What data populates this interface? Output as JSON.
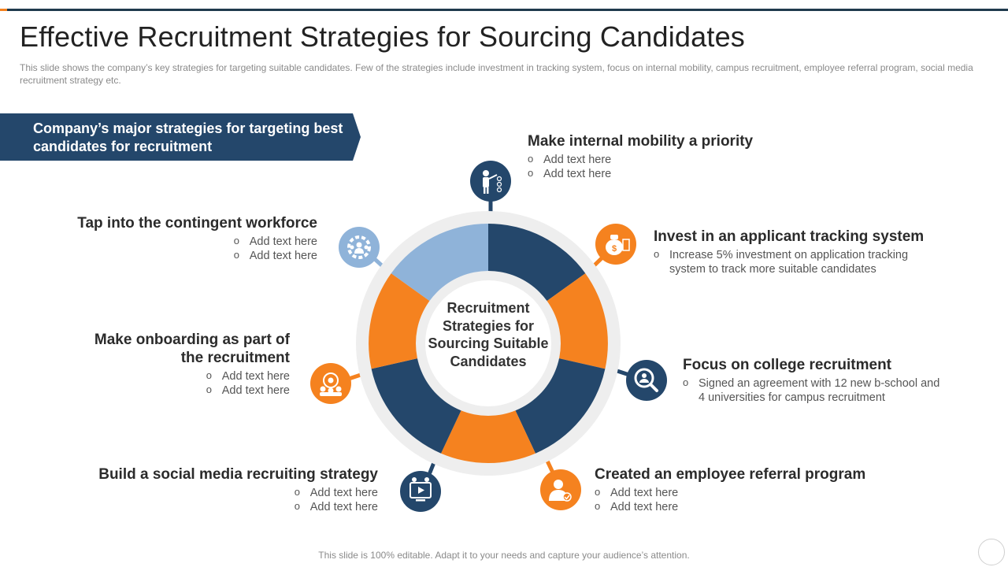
{
  "slide": {
    "title": "Effective Recruitment Strategies for Sourcing Candidates",
    "subtitle": "This slide shows the company’s key strategies for targeting suitable candidates. Few of the strategies include investment in tracking system, focus on internal mobility, campus recruitment, employee referral program, social media recruitment strategy etc.",
    "footer": "This slide is 100% editable. Adapt it to your needs and capture your audience’s attention."
  },
  "banner": {
    "text": "Company’s major strategies for targeting best candidates for recruitment"
  },
  "center": {
    "text": "Recruitment Strategies for Sourcing Suitable Candidates"
  },
  "colors": {
    "navy": "#24476b",
    "orange": "#f5821f",
    "light_blue": "#8fb3d9",
    "ring": "#eeeeee",
    "banner": "#24476b"
  },
  "strategies": [
    {
      "title": "Make internal mobility a priority",
      "bullets": [
        "Add text here",
        "Add text here"
      ],
      "icon": "presenter-icon"
    },
    {
      "title": "Invest in an applicant tracking system",
      "bullets": [
        "Increase 5% investment on application tracking system to track more suitable candidates"
      ],
      "icon": "money-bag-icon"
    },
    {
      "title": "Focus on college recruitment",
      "bullets": [
        "Signed an agreement with 12 new b-school and 4 universities for campus recruitment"
      ],
      "icon": "magnifier-person-icon"
    },
    {
      "title": "Created an employee referral program",
      "bullets": [
        "Add text here",
        "Add text here"
      ],
      "icon": "employee-check-icon"
    },
    {
      "title": "Build a social media recruiting strategy",
      "bullets": [
        "Add text here",
        "Add text here"
      ],
      "icon": "social-media-screen-icon"
    },
    {
      "title": "Make onboarding as part of the recruitment",
      "bullets": [
        "Add text here",
        "Add text here"
      ],
      "icon": "team-target-icon"
    },
    {
      "title": "Tap into the contingent workforce",
      "bullets": [
        "Add text here",
        "Add text here"
      ],
      "icon": "workforce-gear-icon"
    }
  ]
}
